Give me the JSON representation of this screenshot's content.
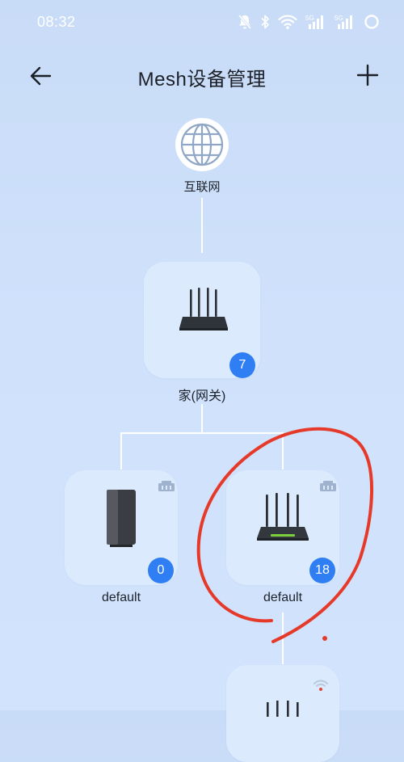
{
  "status_bar": {
    "time": "08:32",
    "icons": [
      "mute-icon",
      "bluetooth-icon",
      "wifi-icon",
      "signal-5g-icon",
      "signal-5g-icon",
      "battery-icon"
    ]
  },
  "header": {
    "title": "Mesh设备管理",
    "back_icon": "arrow-left-icon",
    "add_icon": "plus-icon"
  },
  "topology": {
    "internet": {
      "label": "互联网",
      "icon": "globe-icon"
    },
    "gateway": {
      "label": "家(网关)",
      "device_count": "7",
      "icon": "router-icon"
    },
    "children": [
      {
        "label": "default",
        "device_count": "0",
        "icon": "tower-router-icon",
        "connection_icon": "ethernet-icon"
      },
      {
        "label": "default",
        "device_count": "18",
        "icon": "router-icon",
        "connection_icon": "ethernet-icon"
      }
    ],
    "partial_node": {
      "connection_icon": "wifi-icon"
    }
  },
  "colors": {
    "accent": "#2f7ef4",
    "annotation": "#e53a2a",
    "wifi_weak": "#e0453a"
  }
}
